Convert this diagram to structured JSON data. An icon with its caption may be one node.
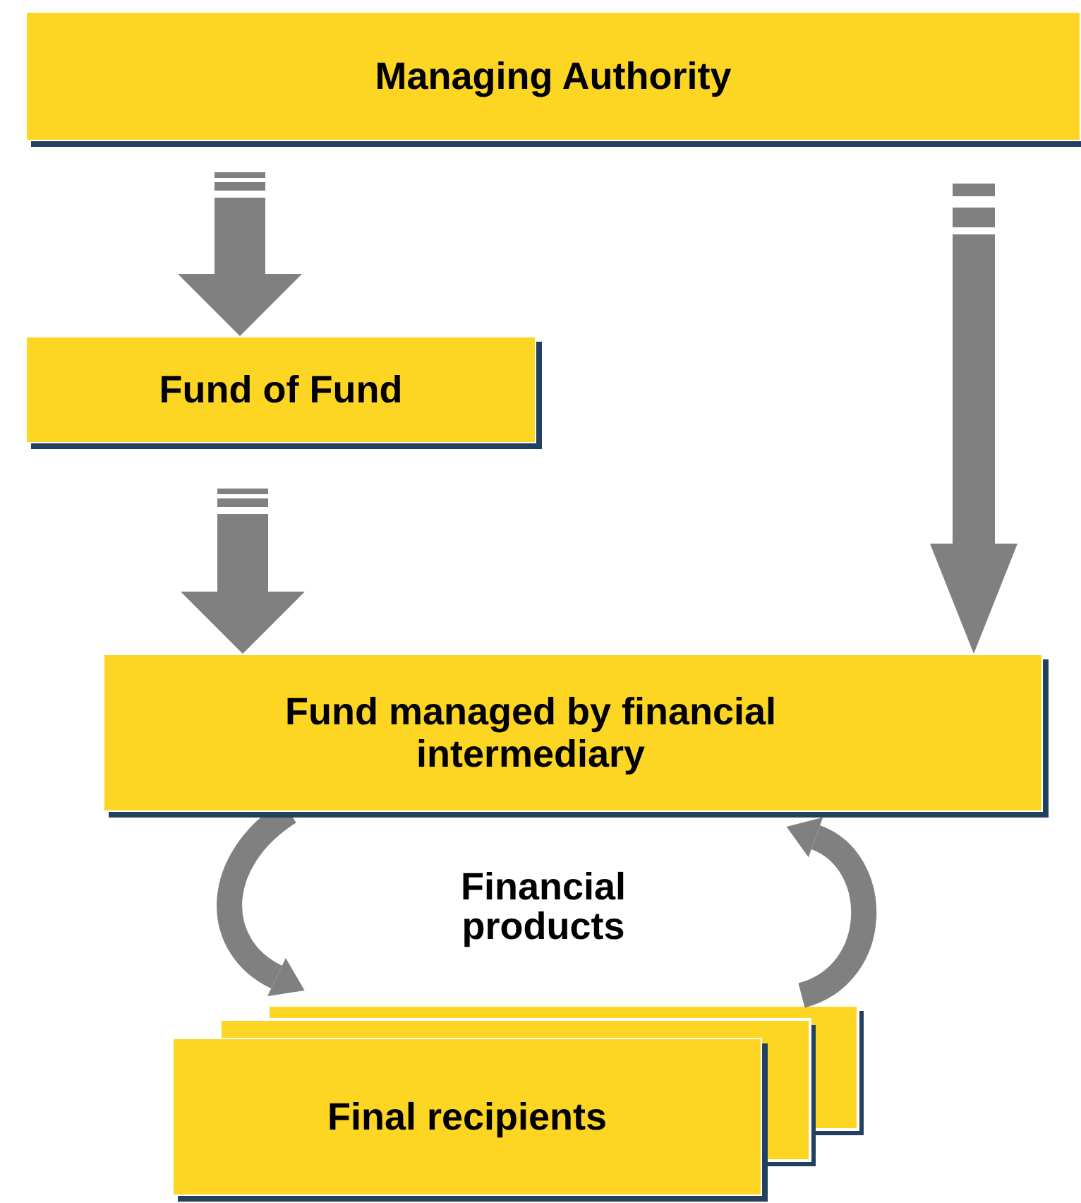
{
  "diagram": {
    "nodes": [
      {
        "text": [
          "Managing Authority"
        ]
      },
      {
        "text": [
          "Fund of Fund"
        ]
      },
      {
        "text": [
          "Fund managed by financial intermediary"
        ]
      },
      {
        "text": [
          "Final recipients"
        ]
      }
    ],
    "edges": [
      {
        "from": 0,
        "to": 1,
        "arrow": "to"
      },
      {
        "from": 1,
        "to": 2,
        "arrow": "to"
      },
      {
        "from": 0,
        "to": 2,
        "arrow": "to"
      },
      {
        "from": 2,
        "to": 3,
        "arrow": "to"
      },
      {
        "from": 3,
        "to": 2,
        "arrow": "to"
      }
    ],
    "labels": [
      "Financial products"
    ]
  }
}
